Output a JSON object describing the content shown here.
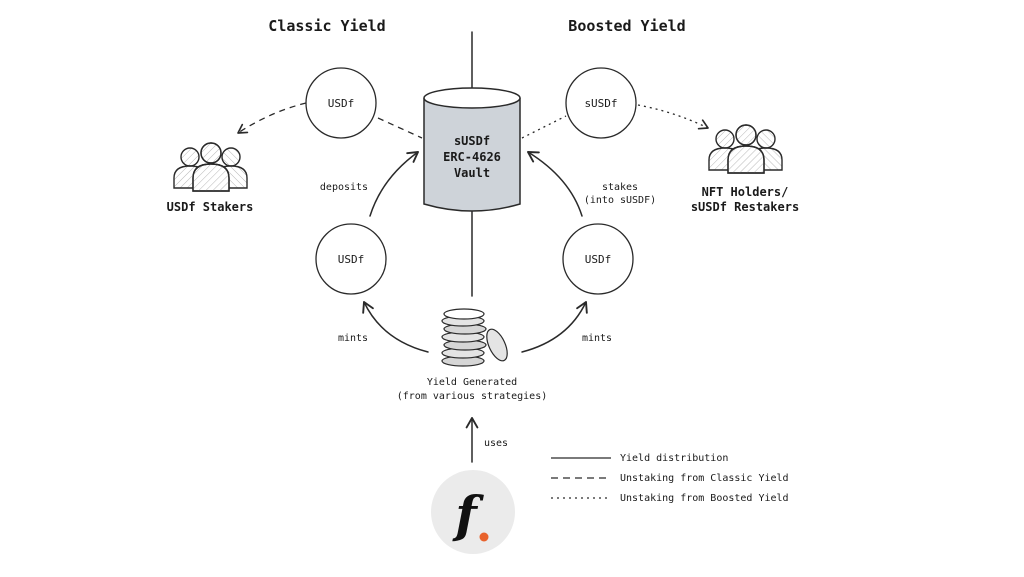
{
  "headers": {
    "classic": "Classic Yield",
    "boosted": "Boosted Yield"
  },
  "vault": {
    "line1": "sUSDf",
    "line2": "ERC-4626",
    "line3": "Vault"
  },
  "nodes": {
    "classic_top": "USDf",
    "boosted_top": "sUSDf",
    "classic_mid": "USDf",
    "boosted_mid": "USDf"
  },
  "edge_labels": {
    "deposits": "deposits",
    "stakes_line1": "stakes",
    "stakes_line2": "(into sUSDF)",
    "mints_left": "mints",
    "mints_right": "mints",
    "uses": "uses"
  },
  "groups": {
    "stakers": "USDf Stakers",
    "restakers_line1": "NFT Holders/",
    "restakers_line2": "sUSDf Restakers"
  },
  "yield_source": {
    "line1": "Yield Generated",
    "line2": "(from various strategies)"
  },
  "logo": {
    "glyph": "f.",
    "accent": "#e8622c"
  },
  "legend": [
    {
      "style": "solid",
      "label": "Yield distribution"
    },
    {
      "style": "dashed",
      "label": "Unstaking from Classic Yield"
    },
    {
      "style": "dotted",
      "label": "Unstaking from Boosted Yield"
    }
  ],
  "icons": [
    "users-group-icon",
    "coin-stack-icon",
    "logo-icon"
  ],
  "colors": {
    "vault_fill": "#ced3d9",
    "ink": "#2a2a2a"
  }
}
